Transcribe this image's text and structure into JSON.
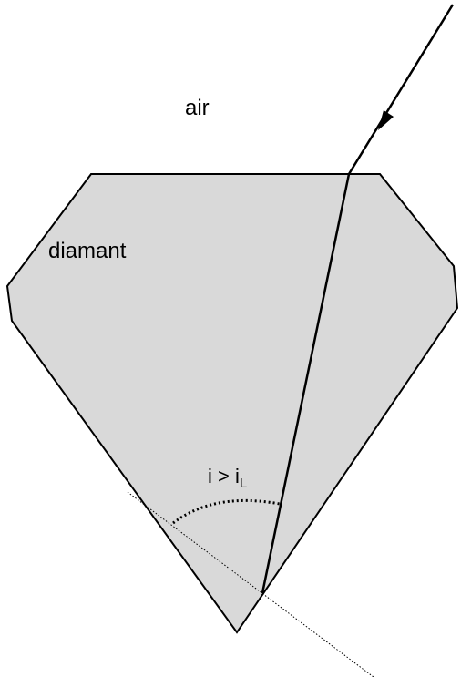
{
  "labels": {
    "medium_outside": "air",
    "medium_inside": "diamant",
    "angle_text": "i > i",
    "angle_subscript": "L"
  },
  "colors": {
    "diamond_fill": "#d9d9d9",
    "stroke": "#000000",
    "background": "#ffffff"
  }
}
